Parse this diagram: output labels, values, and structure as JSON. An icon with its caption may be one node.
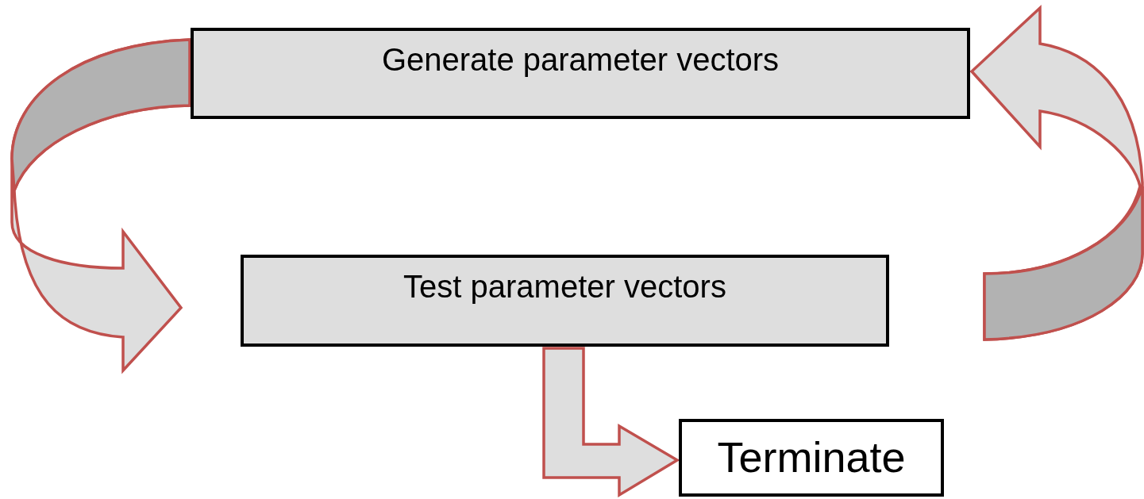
{
  "diagram": {
    "nodes": [
      {
        "text": [
          "Generate parameter vectors"
        ]
      },
      {
        "text": [
          "Test parameter vectors"
        ]
      },
      {
        "text": [
          "Terminate"
        ]
      }
    ],
    "edges": [
      {
        "from": 0,
        "to": 1,
        "arrow": "to"
      },
      {
        "from": 1,
        "to": 0,
        "arrow": "to"
      },
      {
        "from": 1,
        "to": 2,
        "arrow": "to"
      }
    ]
  }
}
